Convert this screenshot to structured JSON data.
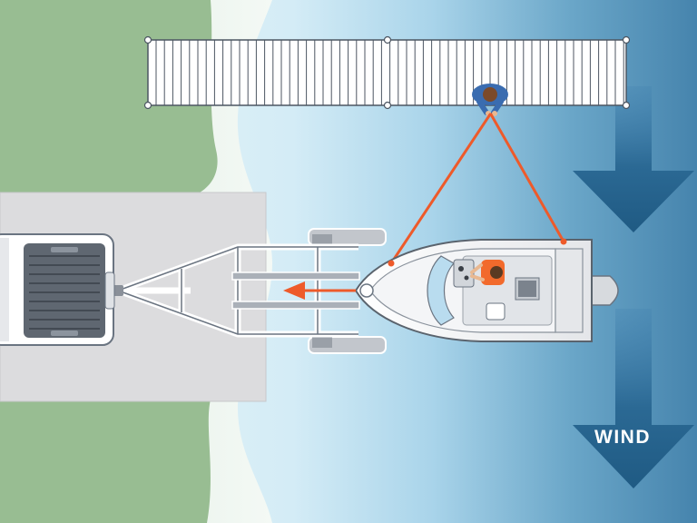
{
  "labels": {
    "wind": "WIND"
  },
  "colors": {
    "grass": "#98bd92",
    "shore_light": "#e9f3ec",
    "water_light": "#dff0f8",
    "water_mid": "#a7d4ea",
    "water_deep": "#5e9dc0",
    "water_deepest": "#3f7fa8",
    "ramp": "#dcdcde",
    "wind_arrow": "#245f87",
    "line": "#ee5a2a",
    "dock": "#ffffff",
    "life_jacket": "#f26a2c",
    "shirt": "#3a6cb0"
  },
  "icons": [
    "dock",
    "person-on-dock",
    "bow-line",
    "stern-line",
    "boat",
    "boater",
    "outboard-motor",
    "trailer",
    "truck",
    "wind-arrow",
    "winch-direction-arrow"
  ]
}
